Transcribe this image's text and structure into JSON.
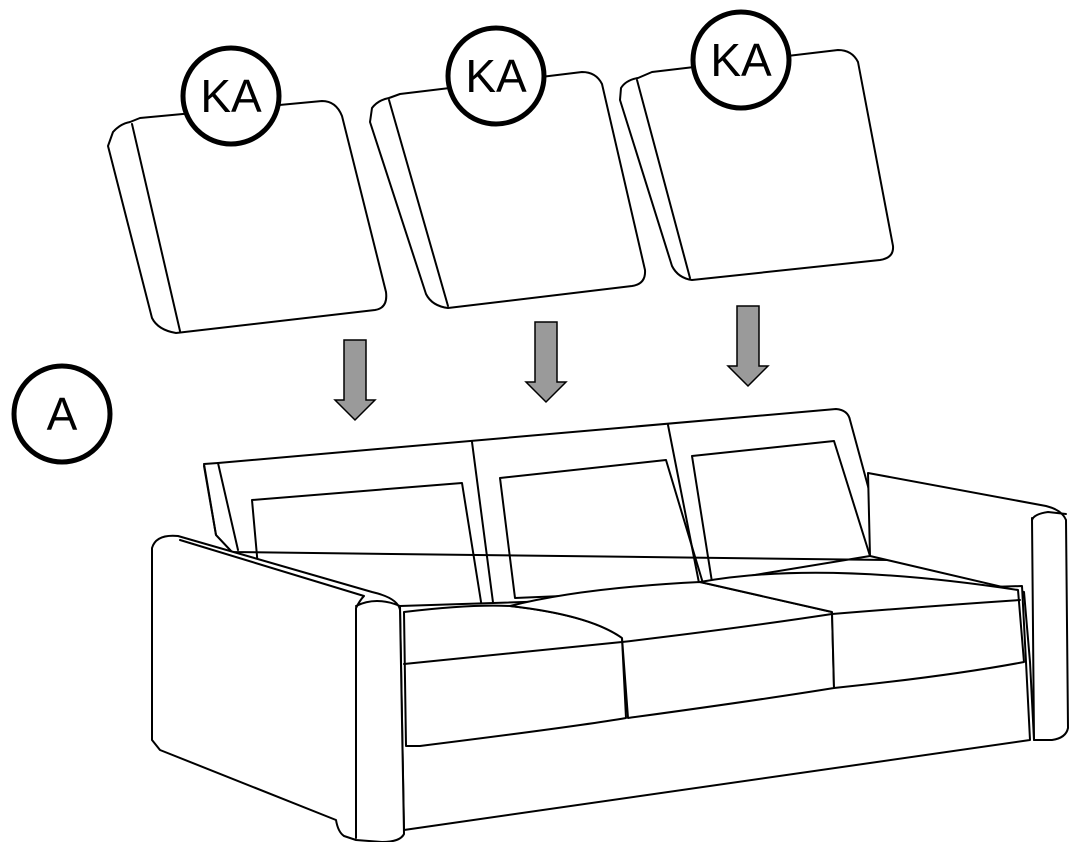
{
  "labels": {
    "part_a": "A",
    "cushion_1": "KA",
    "cushion_2": "KA",
    "cushion_3": "KA"
  },
  "colors": {
    "line": "#000000",
    "fill": "#ffffff",
    "arrow": "#9a9a9a"
  }
}
